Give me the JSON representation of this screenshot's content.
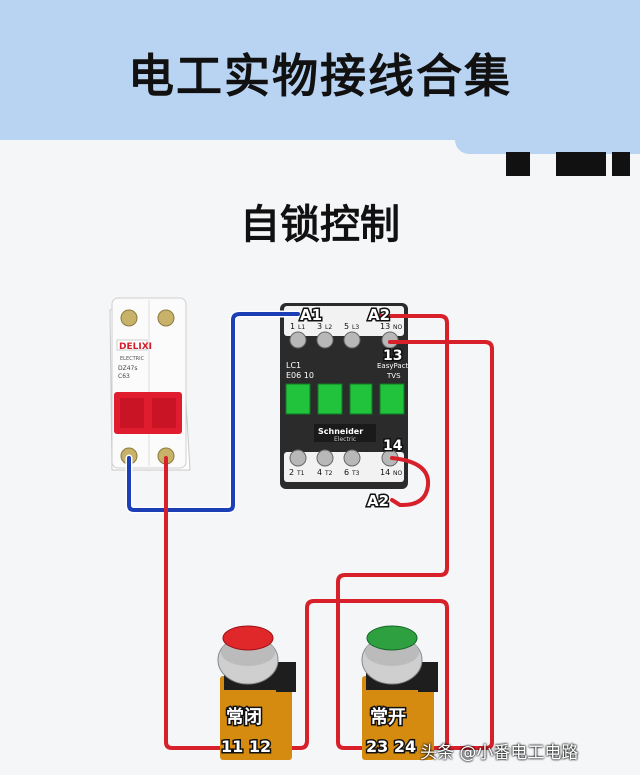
{
  "header": {
    "title": "电工实物接线合集"
  },
  "section": {
    "title": "自锁控制"
  },
  "breaker": {
    "brand": "DELIXI",
    "sub": "ELECTRIC",
    "model": "DZ47s",
    "rating": "C63"
  },
  "contactor": {
    "coil_a1": "A1",
    "coil_a2": "A2",
    "coil_a2_bottom": "A2",
    "top_terms": [
      "1",
      "3",
      "5",
      "13"
    ],
    "top_terms_l": [
      "L1",
      "L2",
      "L3",
      "NO"
    ],
    "bottom_terms": [
      "2",
      "4",
      "6",
      "14"
    ],
    "bottom_terms_t": [
      "T1",
      "T2",
      "T3",
      "NO"
    ],
    "aux_13": "13",
    "aux_14": "14",
    "model_line1": "LC1",
    "model_line2": "E06 10",
    "series_line1": "EasyPact",
    "series_line2": "TVS",
    "brand": "Schneider",
    "brand_sub": "Electric"
  },
  "buttons": {
    "stop": {
      "label": "常闭",
      "terms": "11 12",
      "color": "#e0282a"
    },
    "start": {
      "label": "常开",
      "terms": "23 24",
      "color": "#2fa040"
    }
  },
  "watermark": "头条 @小番电工电路",
  "colors": {
    "wire_red": "#d7202a",
    "wire_blue": "#1c3fb8",
    "banner": "#b9d4f2"
  }
}
